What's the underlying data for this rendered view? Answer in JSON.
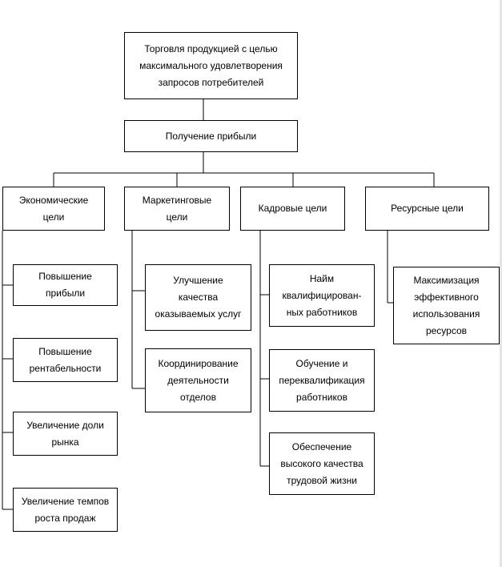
{
  "root": "Торговля продукцией с целью\nмаксимального удовлетворения\nзапросов потребителей",
  "profit": "Получение прибыли",
  "groups": {
    "economic": {
      "title": "Экономические\nцели",
      "items": [
        "Повышение\nприбыли",
        "Повышение\nрентабельности",
        "Увеличение доли\nрынка",
        "Увеличение темпов\nроста продаж"
      ]
    },
    "marketing": {
      "title": "Маркетинговые\nцели",
      "items": [
        "Улучшение\nкачества\nоказываемых услуг",
        "Координирование\nдеятельности\nотделов"
      ]
    },
    "hr": {
      "title": "Кадровые цели",
      "items": [
        "Найм\nквалифицирован-\nных работников",
        "Обучение и\nпереквалификация\nработников",
        "Обеспечение\nвысокого качества\nтрудовой жизни"
      ]
    },
    "resource": {
      "title": "Ресурсные цели",
      "items": [
        "Максимизация\nэффективного\nиспользования\nресурсов"
      ]
    }
  }
}
